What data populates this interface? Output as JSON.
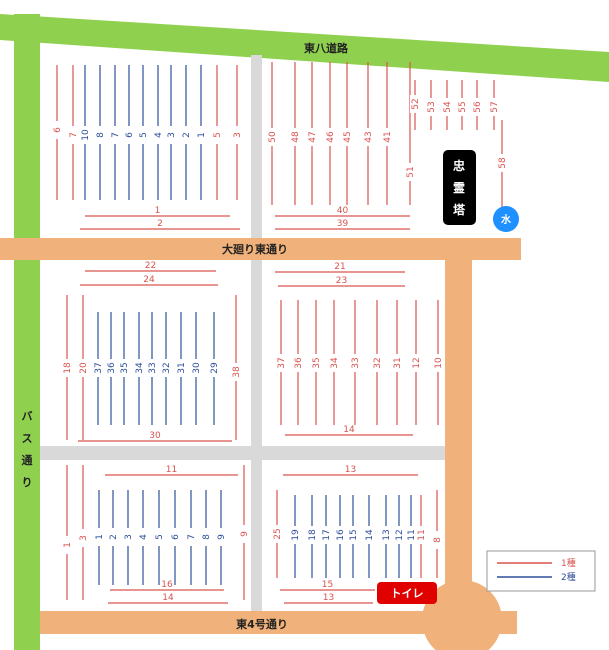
{
  "roads": {
    "top": "東八道路",
    "middle": "大廻り東通り",
    "bottom": "東4号通り",
    "left": "バス通り"
  },
  "landmarks": {
    "monument": "忠霊塔",
    "water": "水",
    "toilet": "トイレ"
  },
  "legend": {
    "type1": "1種",
    "type2": "2種"
  },
  "colors": {
    "green_road": "#8fd14f",
    "orange_road": "#f0b27a",
    "gray_path": "#d9d9d9",
    "type1": "#d9534f",
    "type2": "#2f4f9a",
    "water": "#1e90ff",
    "toilet": "#e00000"
  },
  "sections": {
    "nw_vertical": [
      {
        "label": "6",
        "type": 1
      },
      {
        "label": "7",
        "type": 1
      },
      {
        "label": "10",
        "type": 2
      },
      {
        "label": "8",
        "type": 2
      },
      {
        "label": "7",
        "type": 2
      },
      {
        "label": "6",
        "type": 2
      },
      {
        "label": "5",
        "type": 2
      },
      {
        "label": "4",
        "type": 2
      },
      {
        "label": "3",
        "type": 2
      },
      {
        "label": "2",
        "type": 2
      },
      {
        "label": "1",
        "type": 2
      },
      {
        "label": "5",
        "type": 1
      },
      {
        "label": "3",
        "type": 1
      }
    ],
    "nw_horizontal": [
      {
        "label": "1",
        "type": 1
      },
      {
        "label": "2",
        "type": 1
      }
    ],
    "ne_vertical": [
      {
        "label": "50",
        "type": 1
      },
      {
        "label": "48",
        "type": 1
      },
      {
        "label": "47",
        "type": 1
      },
      {
        "label": "46",
        "type": 1
      },
      {
        "label": "45",
        "type": 1
      },
      {
        "label": "43",
        "type": 1
      },
      {
        "label": "41",
        "type": 1
      },
      {
        "label": "51",
        "type": 1
      },
      {
        "label": "52",
        "type": 1
      },
      {
        "label": "53",
        "type": 1
      },
      {
        "label": "54",
        "type": 1
      },
      {
        "label": "55",
        "type": 1
      },
      {
        "label": "56",
        "type": 1
      },
      {
        "label": "57",
        "type": 1
      },
      {
        "label": "58",
        "type": 1
      }
    ],
    "ne_horizontal": [
      {
        "label": "40",
        "type": 1
      },
      {
        "label": "39",
        "type": 1
      }
    ],
    "mw_horizontal": [
      {
        "label": "22",
        "type": 1
      },
      {
        "label": "24",
        "type": 1
      },
      {
        "label": "30",
        "type": 1
      }
    ],
    "mw_vertical": [
      {
        "label": "18",
        "type": 1
      },
      {
        "label": "20",
        "type": 1
      },
      {
        "label": "37",
        "type": 2
      },
      {
        "label": "36",
        "type": 2
      },
      {
        "label": "35",
        "type": 2
      },
      {
        "label": "34",
        "type": 2
      },
      {
        "label": "33",
        "type": 2
      },
      {
        "label": "32",
        "type": 2
      },
      {
        "label": "31",
        "type": 2
      },
      {
        "label": "30",
        "type": 2
      },
      {
        "label": "29",
        "type": 2
      },
      {
        "label": "38",
        "type": 1
      }
    ],
    "me_horizontal": [
      {
        "label": "21",
        "type": 1
      },
      {
        "label": "23",
        "type": 1
      },
      {
        "label": "14",
        "type": 1
      }
    ],
    "me_vertical": [
      {
        "label": "37",
        "type": 1
      },
      {
        "label": "36",
        "type": 1
      },
      {
        "label": "35",
        "type": 1
      },
      {
        "label": "34",
        "type": 1
      },
      {
        "label": "33",
        "type": 1
      },
      {
        "label": "32",
        "type": 1
      },
      {
        "label": "31",
        "type": 1
      },
      {
        "label": "12",
        "type": 1
      },
      {
        "label": "10",
        "type": 1
      }
    ],
    "sw_horizontal": [
      {
        "label": "11",
        "type": 1
      },
      {
        "label": "16",
        "type": 1
      },
      {
        "label": "14",
        "type": 1
      }
    ],
    "sw_vertical": [
      {
        "label": "1",
        "type": 1
      },
      {
        "label": "3",
        "type": 1
      },
      {
        "label": "1",
        "type": 2
      },
      {
        "label": "2",
        "type": 2
      },
      {
        "label": "3",
        "type": 2
      },
      {
        "label": "4",
        "type": 2
      },
      {
        "label": "5",
        "type": 2
      },
      {
        "label": "6",
        "type": 2
      },
      {
        "label": "7",
        "type": 2
      },
      {
        "label": "8",
        "type": 2
      },
      {
        "label": "9",
        "type": 2
      },
      {
        "label": "9",
        "type": 1
      }
    ],
    "se_horizontal": [
      {
        "label": "13",
        "type": 1
      },
      {
        "label": "15",
        "type": 1
      },
      {
        "label": "13",
        "type": 1
      }
    ],
    "se_vertical": [
      {
        "label": "25",
        "type": 1
      },
      {
        "label": "19",
        "type": 2
      },
      {
        "label": "18",
        "type": 2
      },
      {
        "label": "17",
        "type": 2
      },
      {
        "label": "16",
        "type": 2
      },
      {
        "label": "15",
        "type": 2
      },
      {
        "label": "14",
        "type": 2
      },
      {
        "label": "13",
        "type": 2
      },
      {
        "label": "12",
        "type": 2
      },
      {
        "label": "11",
        "type": 2
      },
      {
        "label": "11",
        "type": 1
      },
      {
        "label": "8",
        "type": 1
      }
    ]
  }
}
